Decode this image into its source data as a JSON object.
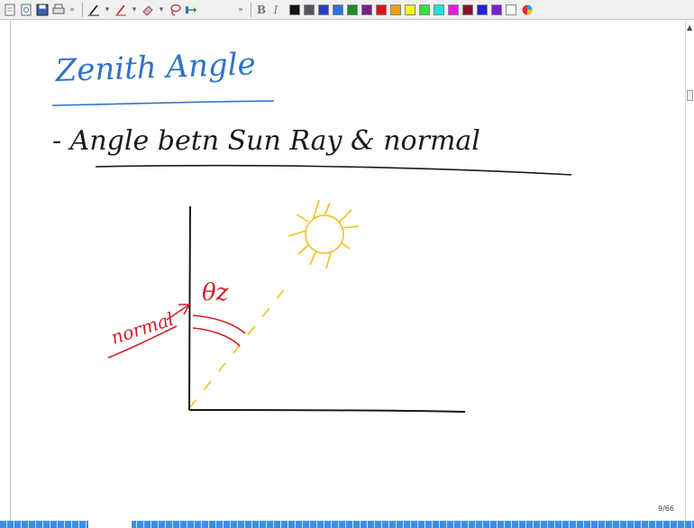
{
  "toolbar": {
    "icons": [
      "new-page-icon",
      "open-icon",
      "save-icon",
      "print-icon",
      "pen-icon",
      "highlighter-icon",
      "eraser-icon",
      "lasso-icon",
      "insert-space-icon"
    ],
    "format": {
      "bold": "B",
      "italic": "I"
    },
    "swatches": [
      "#111111",
      "#555555",
      "#2b3fbf",
      "#2f6fe0",
      "#1f8a2e",
      "#7a1f8a",
      "#e0101a",
      "#f0a000",
      "#f7f020",
      "#38e038",
      "#20e0e0",
      "#e020e0",
      "#8a1030",
      "#2020e0",
      "#7a20d0",
      "#ffffff"
    ]
  },
  "notes": {
    "title": "Zenith Angle",
    "definition": "- Angle betn Sun Ray & normal",
    "theta_label": "θz",
    "normal_label": "normal"
  },
  "colors": {
    "blue_ink": "#2f73c8",
    "black_ink": "#1a1a1a",
    "red_ink": "#d0202a",
    "yellow_ink": "#f0c020"
  },
  "status": {
    "page_counter": "9/66"
  }
}
